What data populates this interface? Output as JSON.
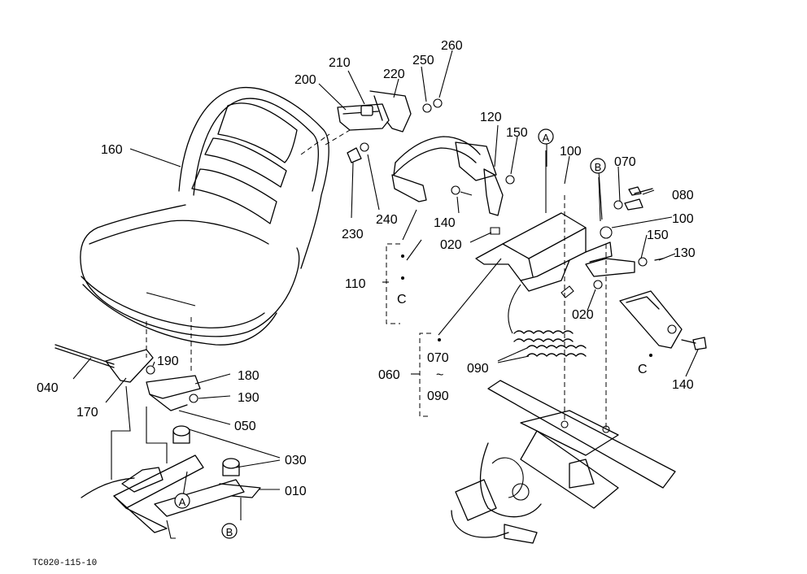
{
  "labels": {
    "l010": "010",
    "l020a": "020",
    "l020b": "020",
    "l030": "030",
    "l040": "040",
    "l050": "050",
    "l060": "060",
    "l070a": "070",
    "l070b": "070",
    "l080": "080",
    "l090a": "090",
    "l090b": "090",
    "l100a": "100",
    "l100b": "100",
    "l110": "110",
    "l120": "120",
    "l130": "130",
    "l140a": "140",
    "l140b": "140",
    "l150a": "150",
    "l150b": "150",
    "l160": "160",
    "l170": "170",
    "l180": "180",
    "l190a": "190",
    "l190b": "190",
    "l200": "200",
    "l210": "210",
    "l220": "220",
    "l230": "230",
    "l240": "240",
    "l250": "250",
    "l260": "260",
    "tilde": "~",
    "c1": "C",
    "c2": "C"
  },
  "markers": {
    "a": "A",
    "b": "B"
  },
  "drawing_code": "TC020-115-10"
}
